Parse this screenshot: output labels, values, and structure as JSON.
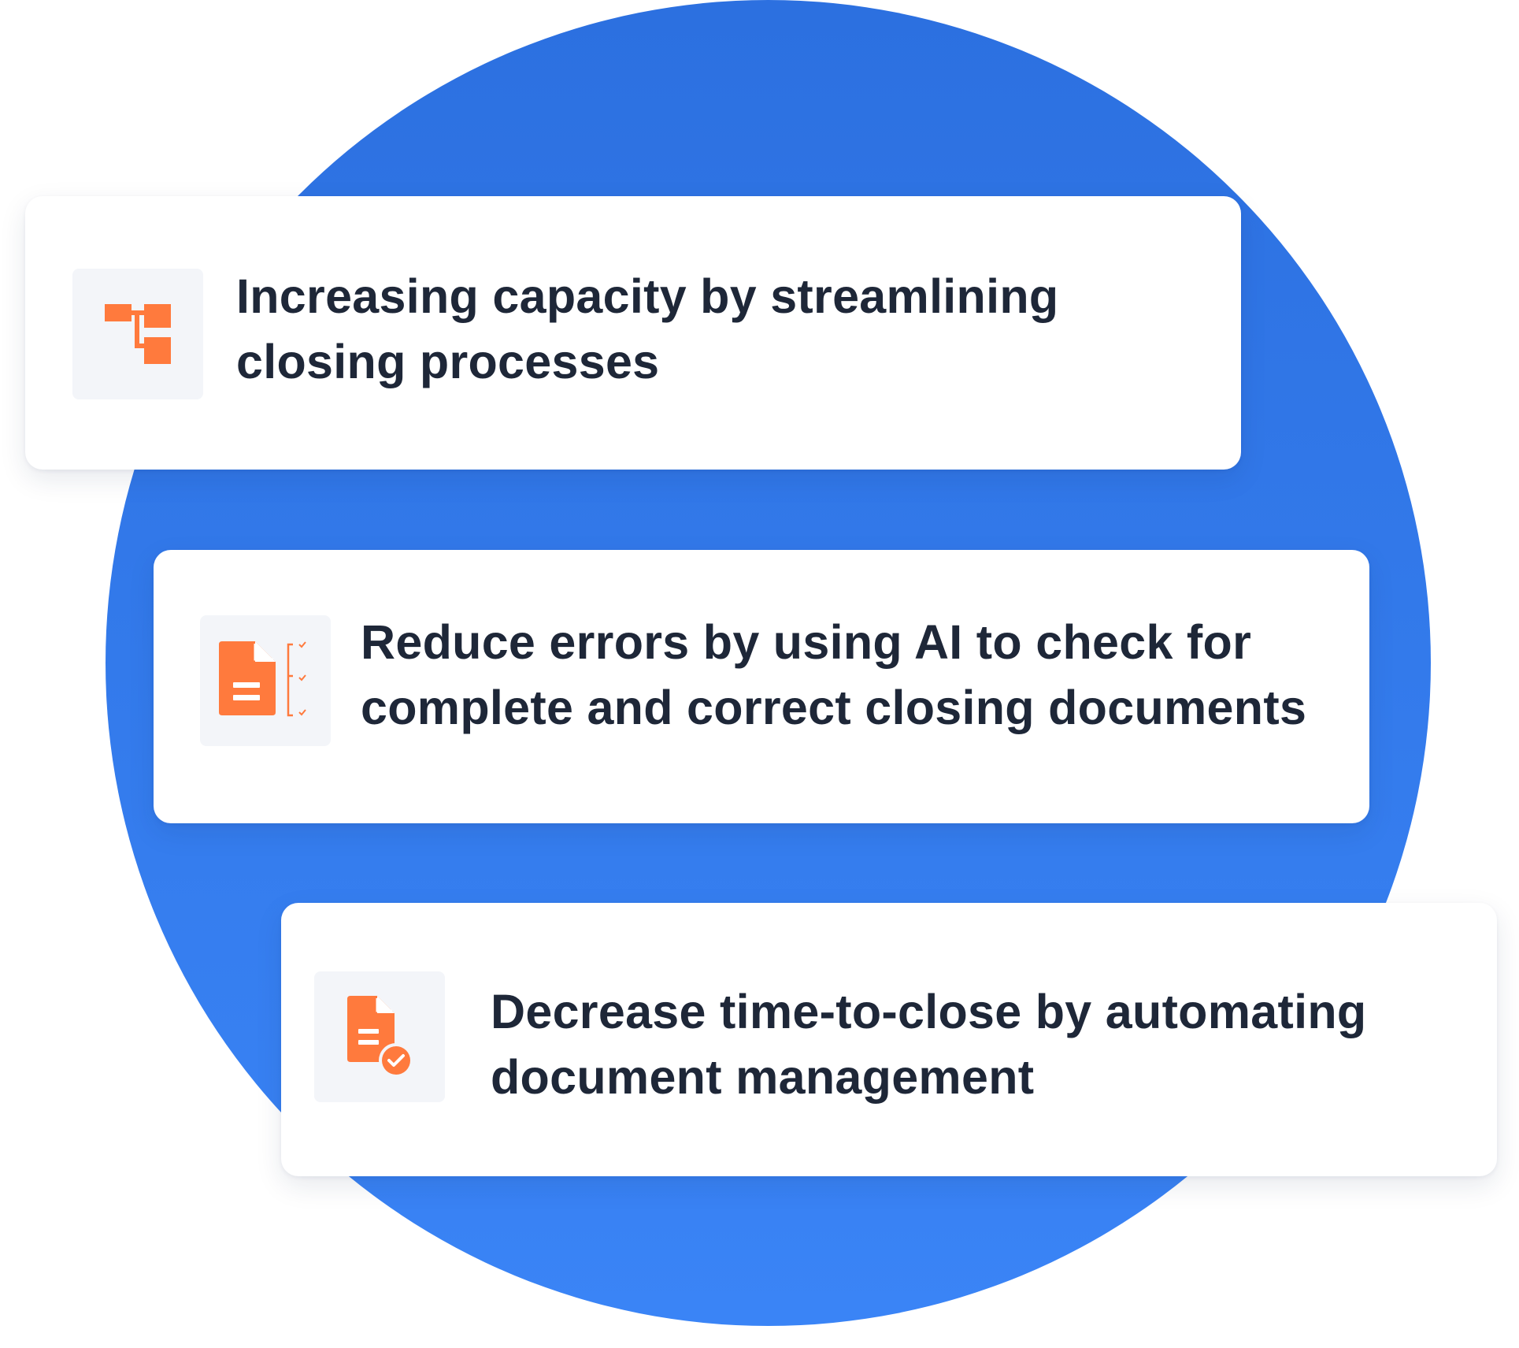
{
  "colors": {
    "circle": "#3180ee",
    "card_bg": "#ffffff",
    "icon_tile_bg": "#f3f5f9",
    "icon_accent": "#ff7a3d",
    "text": "#1e2738"
  },
  "cards": [
    {
      "icon": "process-flow-icon",
      "line1": "Increasing capacity by streamlining",
      "line2": "closing processes"
    },
    {
      "icon": "document-checklist-icon",
      "line1": "Reduce errors by using AI to check for",
      "line2": "complete and correct closing documents"
    },
    {
      "icon": "document-approved-icon",
      "line1": "Decrease time-to-close by automating",
      "line2": "document management"
    }
  ]
}
